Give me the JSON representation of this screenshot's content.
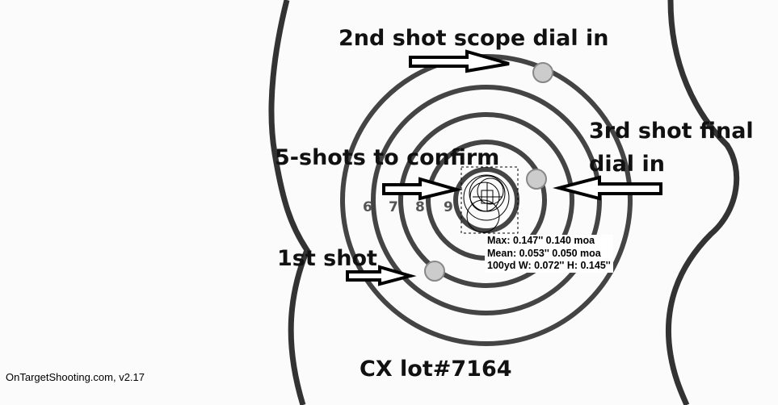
{
  "annotations": {
    "second_shot": "2nd shot scope dial in",
    "third_shot_line1": "3rd shot final",
    "third_shot_line2": "dial in",
    "five_shots": "5-shots to confirm",
    "first_shot": "1st shot",
    "lot": "CX lot#7164"
  },
  "ring_numbers": [
    "6",
    "7",
    "8",
    "9"
  ],
  "stats": {
    "max": "Max: 0.147'' 0.140 moa",
    "mean": "Mean: 0.053'' 0.050 moa",
    "size": "100yd  W: 0.072'' H: 0.145''"
  },
  "footer": "OnTargetShooting.com, v2.17"
}
